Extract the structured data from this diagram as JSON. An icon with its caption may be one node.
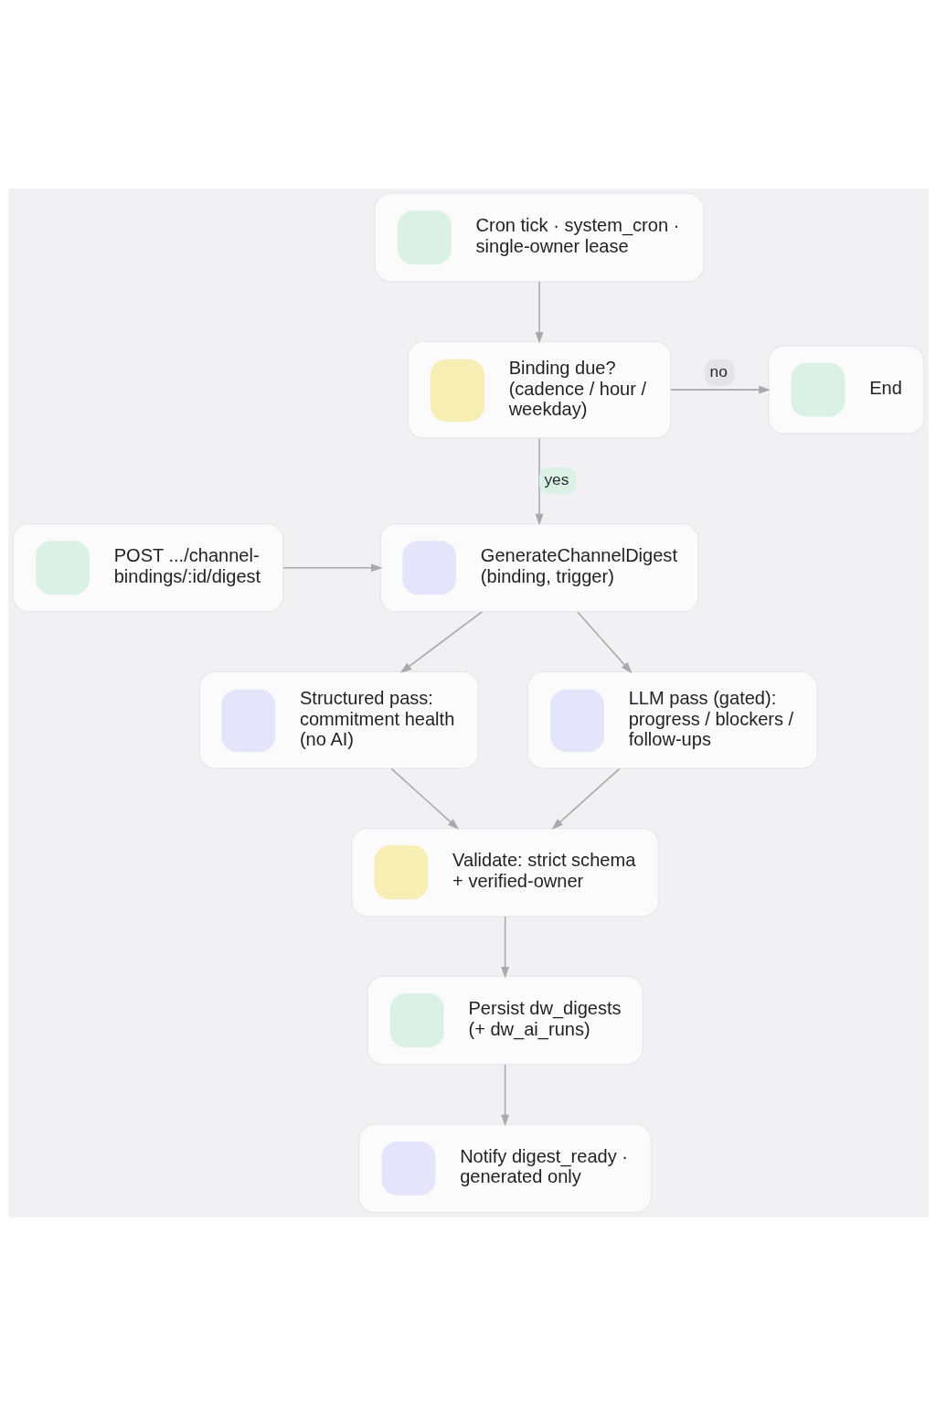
{
  "diagram": {
    "nodes": [
      {
        "text": [
          "Cron tick · system_cron · single-owner lease"
        ]
      },
      {
        "text": [
          "Binding due? (cadence / hour / weekday)"
        ]
      },
      {
        "text": [
          "End"
        ]
      },
      {
        "text": [
          "POST .../channel-bindings/:id/digest"
        ]
      },
      {
        "text": [
          "GenerateChannelDigest (binding, trigger)"
        ]
      },
      {
        "text": [
          "Structured pass: commitment health (no AI)"
        ]
      },
      {
        "text": [
          "LLM pass (gated): progress / blockers / follow-ups"
        ]
      },
      {
        "text": [
          "Validate: strict schema + verified-owner"
        ]
      },
      {
        "text": [
          "Persist dw_digests (+ dw_ai_runs)"
        ]
      },
      {
        "text": [
          "Notify digest_ready · generated only"
        ]
      }
    ],
    "edges": [
      {
        "from": 0,
        "to": 1,
        "arrow": "to"
      },
      {
        "from": 1,
        "to": 2,
        "arrow": "to",
        "label": "no"
      },
      {
        "from": 1,
        "to": 4,
        "arrow": "to",
        "label": "yes"
      },
      {
        "from": 3,
        "to": 4,
        "arrow": "to"
      },
      {
        "from": 4,
        "to": 5,
        "arrow": "to"
      },
      {
        "from": 4,
        "to": 6,
        "arrow": "to"
      },
      {
        "from": 5,
        "to": 7,
        "arrow": "to"
      },
      {
        "from": 6,
        "to": 7,
        "arrow": "to"
      },
      {
        "from": 7,
        "to": 8,
        "arrow": "to"
      },
      {
        "from": 8,
        "to": 9,
        "arrow": "to"
      }
    ]
  }
}
